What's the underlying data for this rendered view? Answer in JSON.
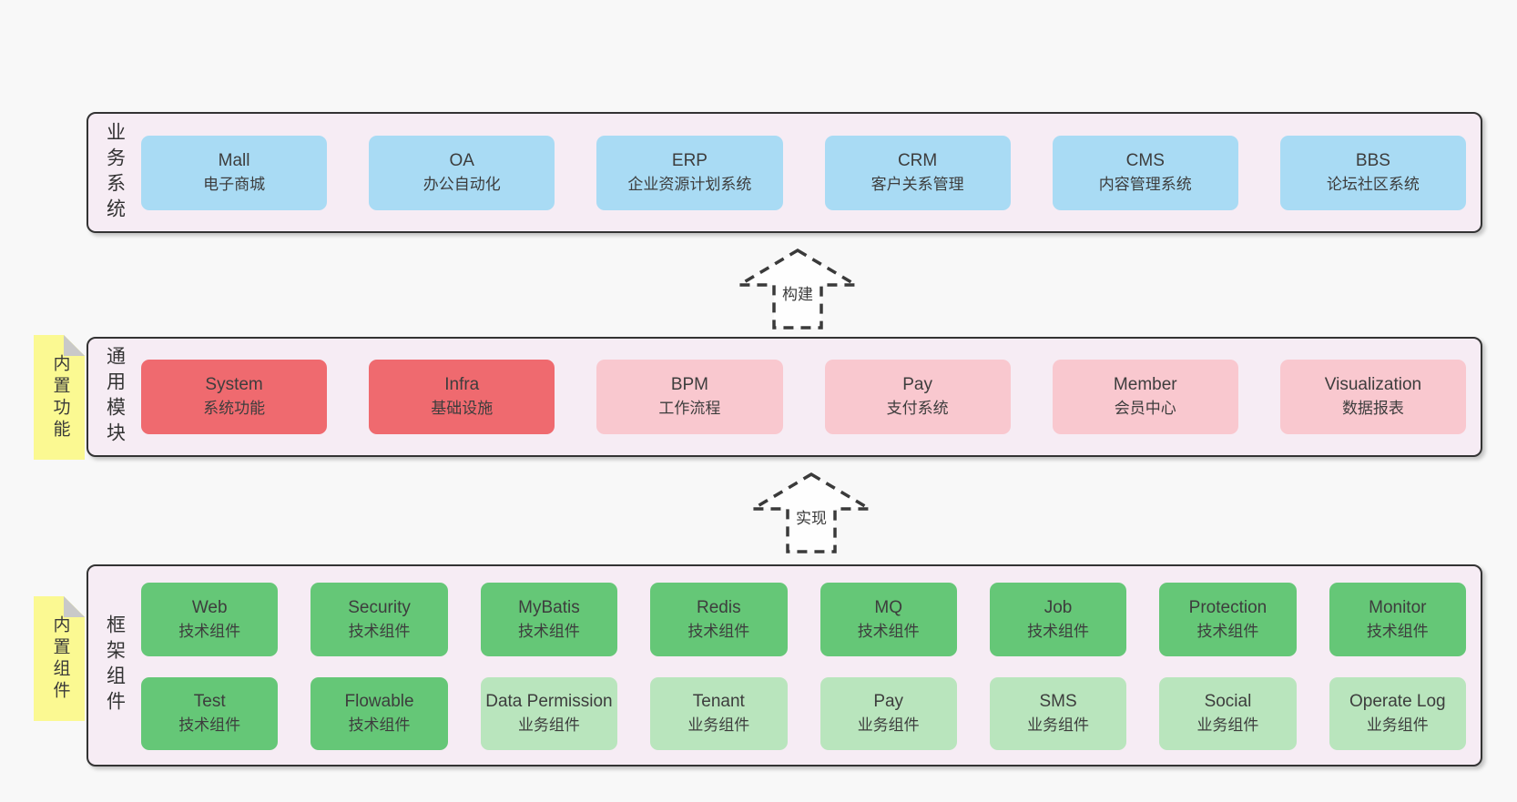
{
  "colors": {
    "page_bg": "#f8f8f8",
    "panel_bg": "#f6ecf4",
    "panel_border": "#333333",
    "blue": "#a9dbf4",
    "red": "#ef6a6f",
    "pink": "#f9c8cf",
    "green": "#65c777",
    "lightgreen": "#b9e5bd",
    "sticky_yellow": "#fbf992",
    "sticky_fold_gray": "#c9c9c9",
    "text": "#3d3d3d"
  },
  "arrows": [
    {
      "label": "构建"
    },
    {
      "label": "实现"
    }
  ],
  "panels": [
    {
      "label": "业务系统",
      "boxes": [
        {
          "title": "Mall",
          "sub": "电子商城",
          "tone": "blue"
        },
        {
          "title": "OA",
          "sub": "办公自动化",
          "tone": "blue"
        },
        {
          "title": "ERP",
          "sub": "企业资源计划系统",
          "tone": "blue"
        },
        {
          "title": "CRM",
          "sub": "客户关系管理",
          "tone": "blue"
        },
        {
          "title": "CMS",
          "sub": "内容管理系统",
          "tone": "blue"
        },
        {
          "title": "BBS",
          "sub": "论坛社区系统",
          "tone": "blue"
        }
      ]
    },
    {
      "label": "通用模块",
      "note": "内置功能",
      "boxes": [
        {
          "title": "System",
          "sub": "系统功能",
          "tone": "red"
        },
        {
          "title": "Infra",
          "sub": "基础设施",
          "tone": "red"
        },
        {
          "title": "BPM",
          "sub": "工作流程",
          "tone": "pink"
        },
        {
          "title": "Pay",
          "sub": "支付系统",
          "tone": "pink"
        },
        {
          "title": "Member",
          "sub": "会员中心",
          "tone": "pink"
        },
        {
          "title": "Visualization",
          "sub": "数据报表",
          "tone": "pink"
        }
      ]
    },
    {
      "label": "框架组件",
      "note": "内置组件",
      "boxes": [
        {
          "title": "Web",
          "sub": "技术组件",
          "tone": "green"
        },
        {
          "title": "Security",
          "sub": "技术组件",
          "tone": "green"
        },
        {
          "title": "MyBatis",
          "sub": "技术组件",
          "tone": "green"
        },
        {
          "title": "Redis",
          "sub": "技术组件",
          "tone": "green"
        },
        {
          "title": "MQ",
          "sub": "技术组件",
          "tone": "green"
        },
        {
          "title": "Job",
          "sub": "技术组件",
          "tone": "green"
        },
        {
          "title": "Protection",
          "sub": "技术组件",
          "tone": "green"
        },
        {
          "title": "Monitor",
          "sub": "技术组件",
          "tone": "green"
        },
        {
          "title": "Test",
          "sub": "技术组件",
          "tone": "green"
        },
        {
          "title": "Flowable",
          "sub": "技术组件",
          "tone": "green"
        },
        {
          "title": "Data Permission",
          "sub": "业务组件",
          "tone": "lightgreen"
        },
        {
          "title": "Tenant",
          "sub": "业务组件",
          "tone": "lightgreen"
        },
        {
          "title": "Pay",
          "sub": "业务组件",
          "tone": "lightgreen"
        },
        {
          "title": "SMS",
          "sub": "业务组件",
          "tone": "lightgreen"
        },
        {
          "title": "Social",
          "sub": "业务组件",
          "tone": "lightgreen"
        },
        {
          "title": "Operate Log",
          "sub": "业务组件",
          "tone": "lightgreen"
        }
      ]
    }
  ]
}
